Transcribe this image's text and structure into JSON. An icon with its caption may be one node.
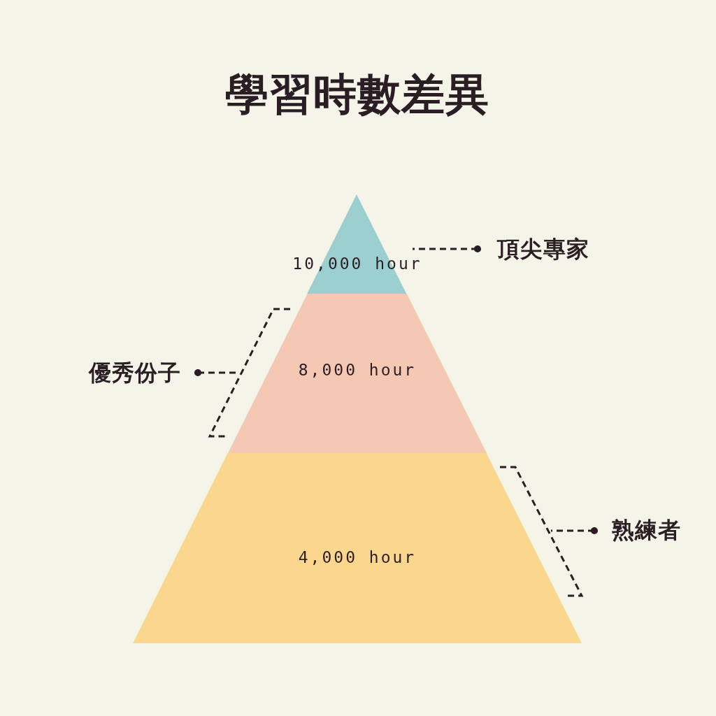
{
  "diagram": {
    "title": "學習時數差異",
    "nodes": [
      {
        "text": [
          "10,000 hour"
        ]
      },
      {
        "text": [
          "8,000 hour"
        ]
      },
      {
        "text": [
          "4,000 hour"
        ]
      },
      {
        "text": [
          "頂尖專家"
        ]
      },
      {
        "text": [
          "優秀份子"
        ]
      },
      {
        "text": [
          "熟練者"
        ]
      }
    ],
    "edges": [
      {
        "from": 3,
        "to": 0,
        "arrow": "other",
        "style": "dashed"
      },
      {
        "from": 4,
        "to": 1,
        "arrow": "other",
        "style": "dashed"
      },
      {
        "from": 5,
        "to": 2,
        "arrow": "other",
        "style": "dashed"
      }
    ]
  }
}
